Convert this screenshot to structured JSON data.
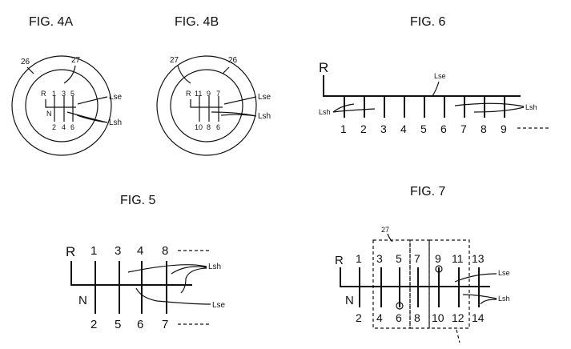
{
  "figures": {
    "fig4a": {
      "title": "FIG. 4A",
      "ref_outer": "26",
      "ref_inner": "27",
      "gate_top": [
        "R",
        "1",
        "3",
        "5"
      ],
      "gate_bottom": [
        "2",
        "4",
        "6"
      ],
      "neutral": "N",
      "lse": "Lse",
      "lsh": "Lsh"
    },
    "fig4b": {
      "title": "FIG. 4B",
      "ref_outer": "26",
      "ref_inner": "27",
      "gate_top": [
        "R",
        "11",
        "9",
        "7"
      ],
      "gate_bottom": [
        "10",
        "8",
        "6"
      ],
      "lse": "Lse",
      "lsh": "Lsh"
    },
    "fig6": {
      "title": "FIG. 6",
      "reverse": "R",
      "lse": "Lse",
      "lsh_left": "Lsh",
      "lsh_right": "Lsh",
      "gears": [
        "1",
        "2",
        "3",
        "4",
        "5",
        "6",
        "7",
        "8",
        "9"
      ]
    },
    "fig5": {
      "title": "FIG. 5",
      "reverse": "R",
      "neutral": "N",
      "top": [
        "1",
        "3",
        "4",
        "8"
      ],
      "bottom": [
        "2",
        "5",
        "6",
        "7"
      ],
      "lsh": "Lsh",
      "lse": "Lse"
    },
    "fig7": {
      "title": "FIG. 7",
      "ref": "27",
      "reverse": "R",
      "neutral": "N",
      "top": [
        "1",
        "3",
        "5",
        "7",
        "9",
        "11",
        "13"
      ],
      "bottom": [
        "2",
        "4",
        "6",
        "8",
        "10",
        "12",
        "14"
      ],
      "lse": "Lse",
      "lsh": "Lsh"
    }
  }
}
